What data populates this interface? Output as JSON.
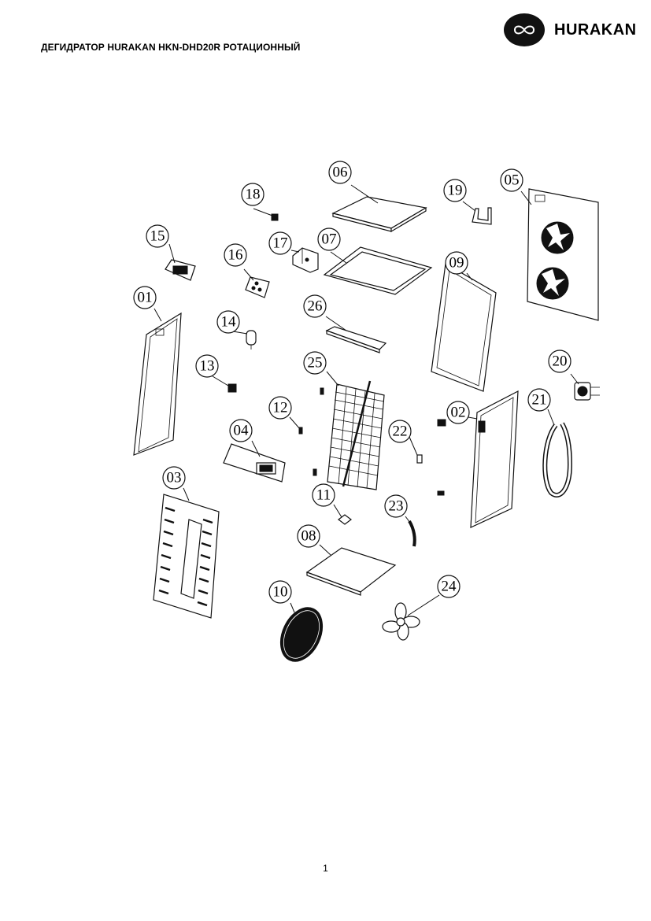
{
  "header": {
    "title": "ДЕГИДРАТОР HURAKAN HKN-DHD20R РОТАЦИОННЫЙ",
    "brand": "HURAKAN",
    "brand_icon": "hurakan-logo-icon"
  },
  "callouts": [
    "01",
    "02",
    "03",
    "04",
    "05",
    "06",
    "07",
    "08",
    "09",
    "10",
    "11",
    "12",
    "13",
    "14",
    "15",
    "16",
    "17",
    "18",
    "19",
    "20",
    "21",
    "22",
    "23",
    "24",
    "25",
    "26"
  ],
  "footer": {
    "page_number": "1"
  }
}
